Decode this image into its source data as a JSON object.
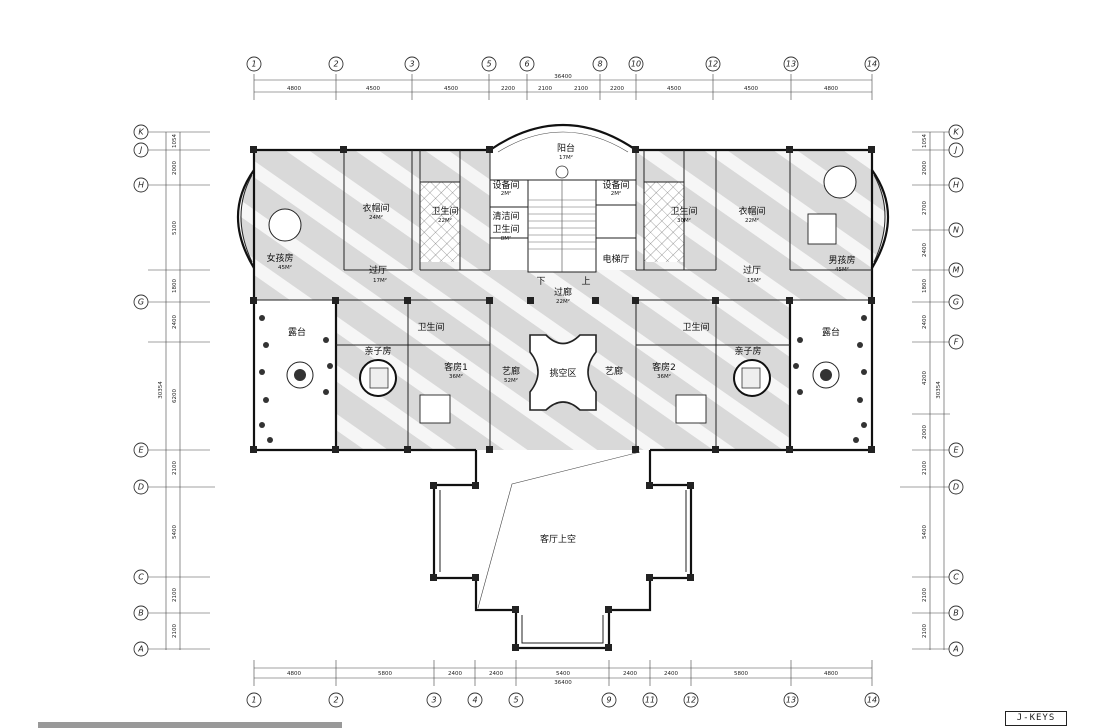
{
  "top_axes": [
    "1",
    "2",
    "3",
    "5",
    "6",
    "8",
    "10",
    "12",
    "13",
    "14"
  ],
  "top_dims": [
    "4800",
    "4500",
    "4500",
    "2200",
    "2100",
    "2100",
    "2200",
    "4500",
    "4500",
    "4800"
  ],
  "top_total": "36400",
  "bottom_axes": [
    "1",
    "2",
    "3",
    "4",
    "5",
    "9",
    "11",
    "12",
    "13",
    "14"
  ],
  "bottom_dims": [
    "4800",
    "5800",
    "2400",
    "2400",
    "5400",
    "2400",
    "2400",
    "5800",
    "4800"
  ],
  "bottom_total": "36400",
  "left_axes": [
    "K",
    "J",
    "H",
    "G",
    "E",
    "D",
    "C",
    "B",
    "A"
  ],
  "left_dims": [
    "1054",
    "2000",
    "5100",
    "1800",
    "2400",
    "6200",
    "2100",
    "5400",
    "2100",
    "2100"
  ],
  "left_total": "30354",
  "right_axes": [
    "K",
    "J",
    "H",
    "N",
    "M",
    "G",
    "F",
    "E",
    "D",
    "C",
    "B",
    "A"
  ],
  "right_dims": [
    "1054",
    "2000",
    "2700",
    "2400",
    "1800",
    "2400",
    "4200",
    "2000",
    "2100",
    "5400",
    "2100",
    "2100"
  ],
  "right_total": "30354",
  "rooms": {
    "balcony": {
      "name": "阳台",
      "area": "17M²"
    },
    "equip_l": {
      "name": "设备间",
      "area": "2M²"
    },
    "equip_r": {
      "name": "设备间",
      "area": "2M²"
    },
    "cloak_l": {
      "name": "衣帽间",
      "area": "24M²"
    },
    "cloak_r": {
      "name": "衣帽间",
      "area": "22M²"
    },
    "bath_l": {
      "name": "卫生间",
      "area": "22M²"
    },
    "bath_r": {
      "name": "卫生间",
      "area": "30M²"
    },
    "clean": {
      "name": "清洁间",
      "area": ""
    },
    "wc_small": {
      "name": "卫生间",
      "area": "8M²"
    },
    "elevator": {
      "name": "电梯厅",
      "area": ""
    },
    "girl": {
      "name": "女孩房",
      "area": "45M²"
    },
    "boy": {
      "name": "男孩房",
      "area": "45M²"
    },
    "hall_l": {
      "name": "过厅",
      "area": "17M²"
    },
    "hall_r": {
      "name": "过厅",
      "area": "15M²"
    },
    "corridor": {
      "name": "过廊",
      "area": "22M²"
    },
    "stair_down": "下",
    "stair_up": "上",
    "terrace_l": {
      "name": "露台"
    },
    "terrace_r": {
      "name": "露台"
    },
    "wc_l": {
      "name": "卫生间"
    },
    "wc_r": {
      "name": "卫生间"
    },
    "family_l": {
      "name": "亲子房"
    },
    "family_r": {
      "name": "亲子房"
    },
    "guest1": {
      "name": "客房1",
      "area": "36M²"
    },
    "guest2": {
      "name": "客房2",
      "area": "36M²"
    },
    "gallery_l": {
      "name": "艺廊",
      "area": "52M²"
    },
    "gallery_r": {
      "name": "艺廊"
    },
    "void": {
      "name": "挑空区"
    },
    "living_void": {
      "name": "客厅上空"
    }
  },
  "brand": "J-KEYS"
}
